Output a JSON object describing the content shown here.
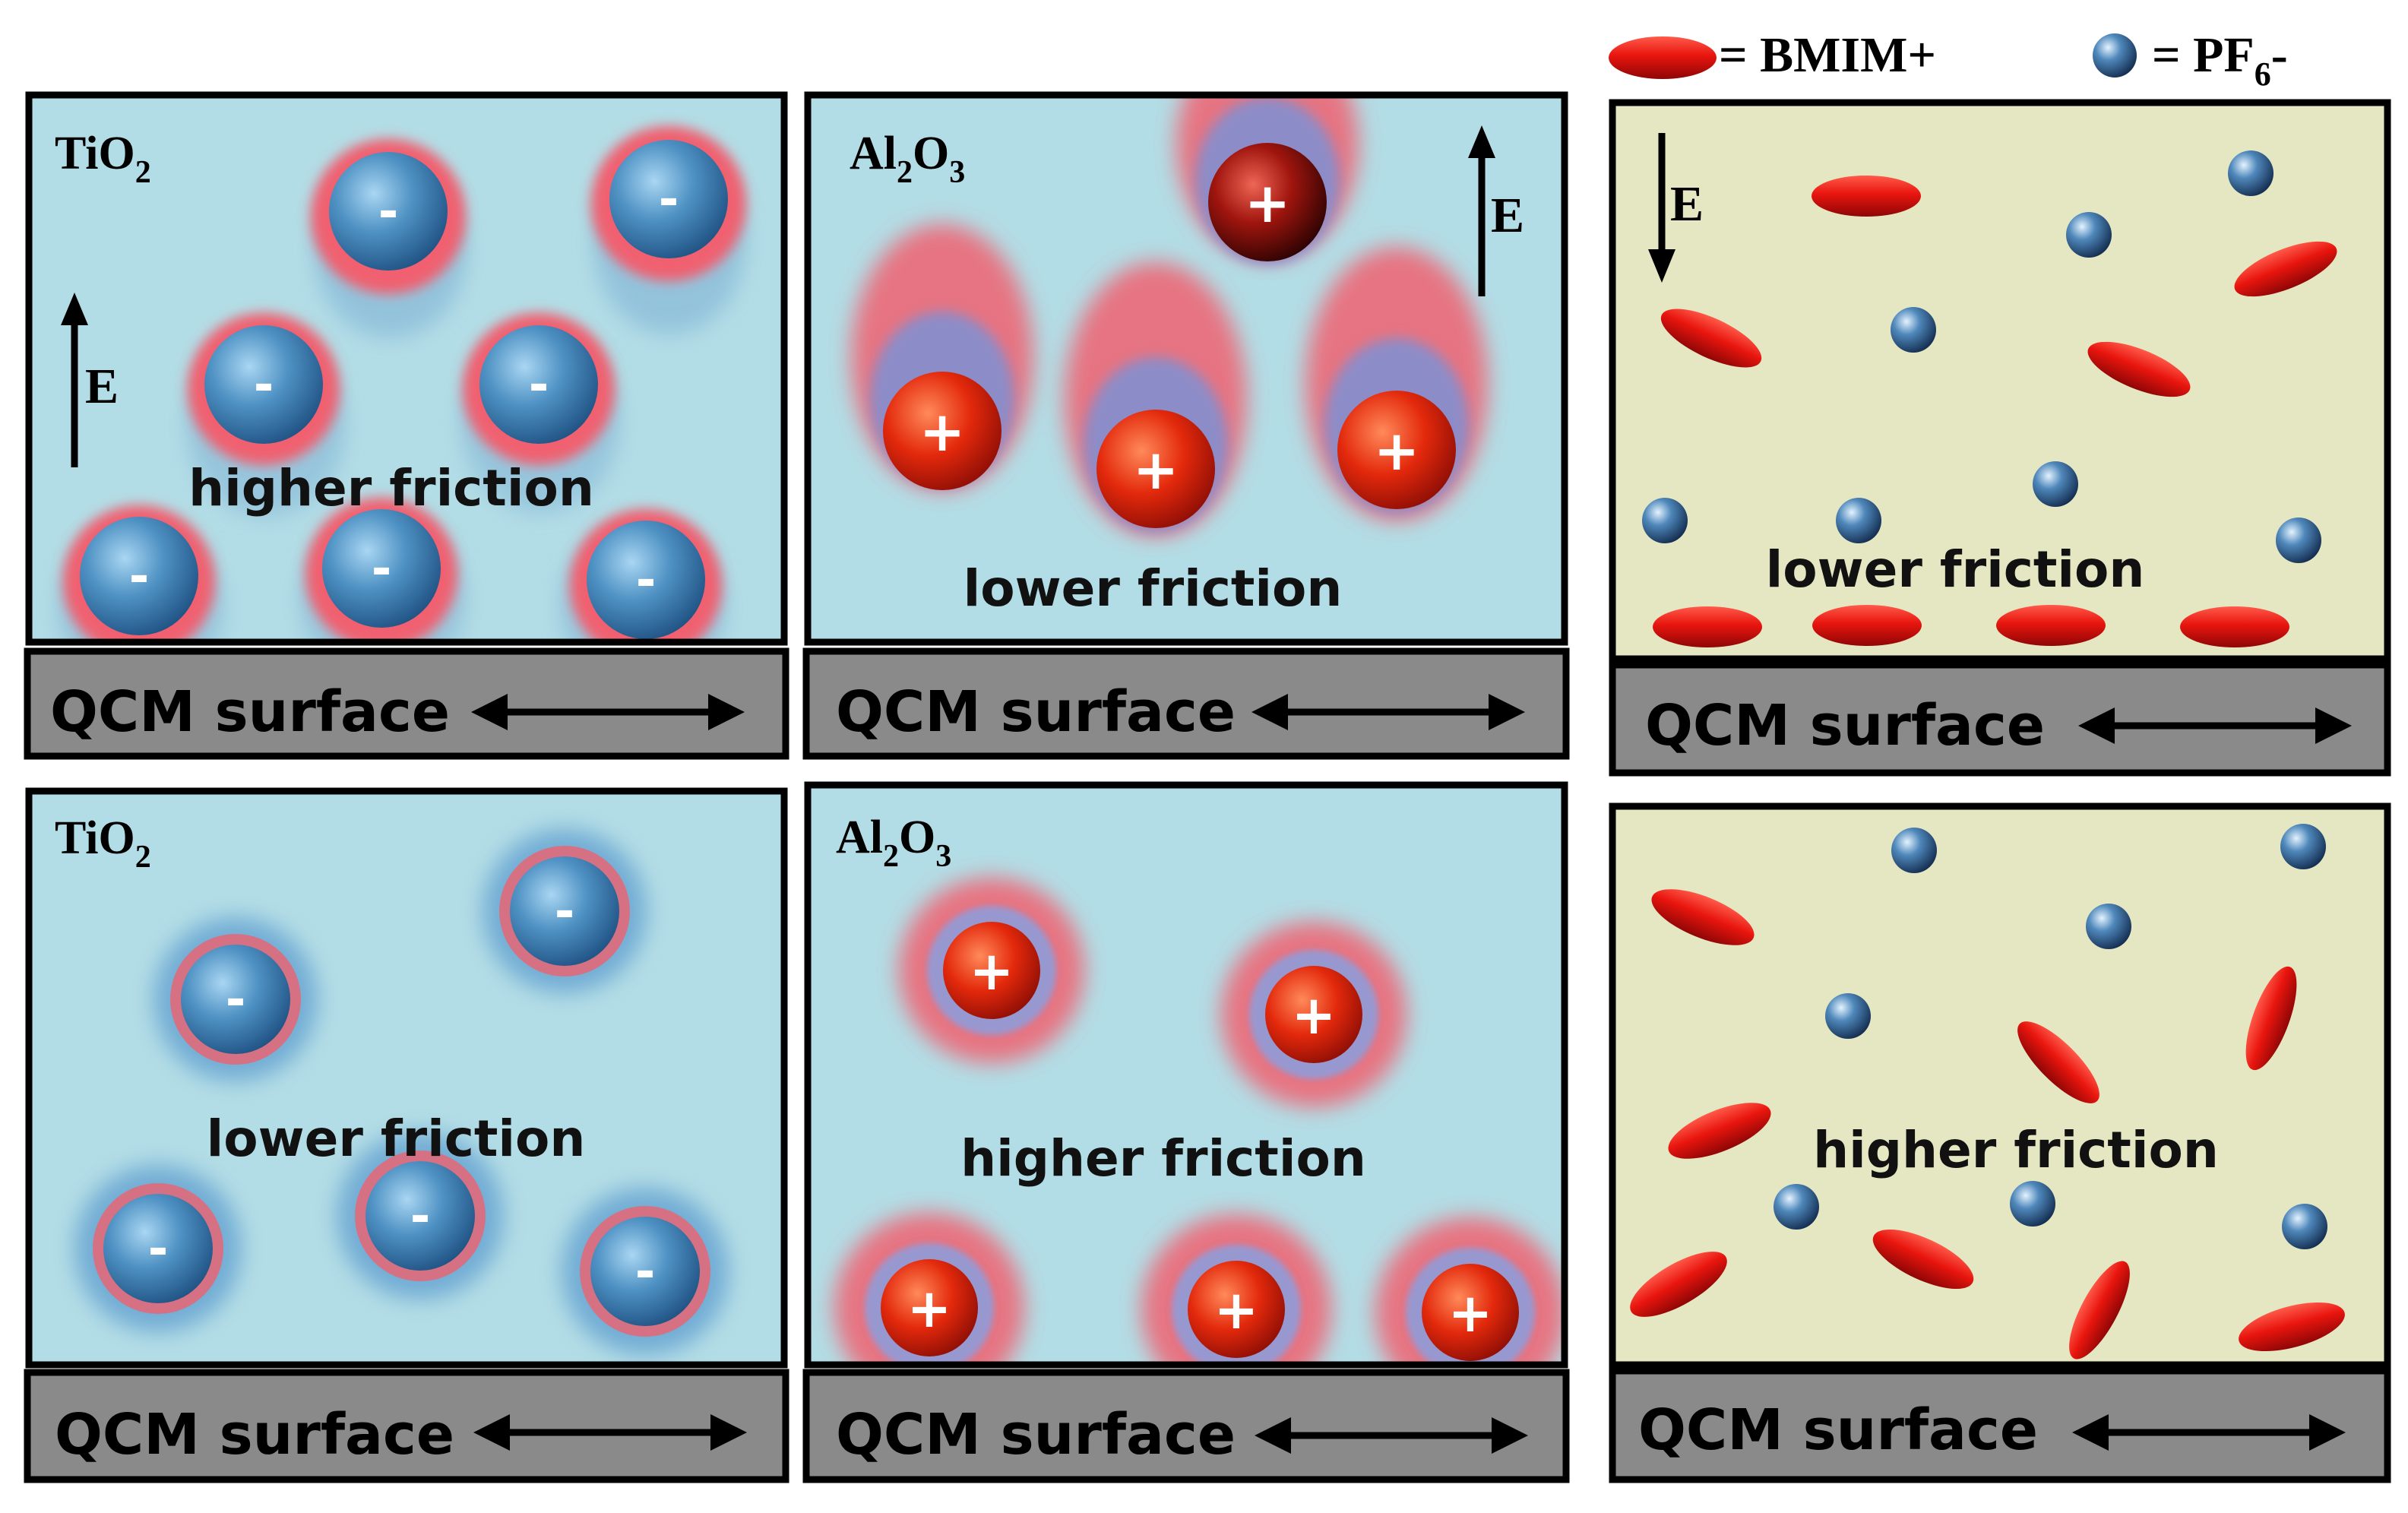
{
  "legend": {
    "cation_label": "= BMIM+",
    "anion_label_main": "= PF",
    "anion_label_sub": "6",
    "anion_label_sign": "-"
  },
  "labels": {
    "surface": "QCM surface",
    "field": "E",
    "higher_friction": "higher friction",
    "lower_friction": "lower friction",
    "minus": "-",
    "plus": "+",
    "tio2_main": "TiO",
    "tio2_sub": "2",
    "al2o3_al": "Al",
    "al2o3_sub1": "2",
    "al2o3_o": "O",
    "al2o3_sub2": "3"
  },
  "colors": {
    "water_panel": "#b3dde6",
    "il_panel": "#e5e7c2",
    "surface_bar": "#8a8a8a",
    "anion_ball": "#4a8fc1",
    "cation_ball": "#e52a0d",
    "bmim_ellipse": "#e8150e",
    "halo_red": "#f06070",
    "halo_blue": "#7fb2d6"
  },
  "panels": [
    {
      "id": "tio2-top",
      "oxide": "TiO2",
      "field": "up",
      "friction": "higher friction"
    },
    {
      "id": "al2o3-top",
      "oxide": "Al2O3",
      "field": "up",
      "friction": "lower friction"
    },
    {
      "id": "il-top",
      "oxide": "",
      "field": "down",
      "friction": "lower friction"
    },
    {
      "id": "tio2-bottom",
      "oxide": "TiO2",
      "field": "none",
      "friction": "lower friction"
    },
    {
      "id": "al2o3-bottom",
      "oxide": "Al2O3",
      "field": "none",
      "friction": "higher friction"
    },
    {
      "id": "il-bottom",
      "oxide": "",
      "field": "none",
      "friction": "higher friction"
    }
  ]
}
